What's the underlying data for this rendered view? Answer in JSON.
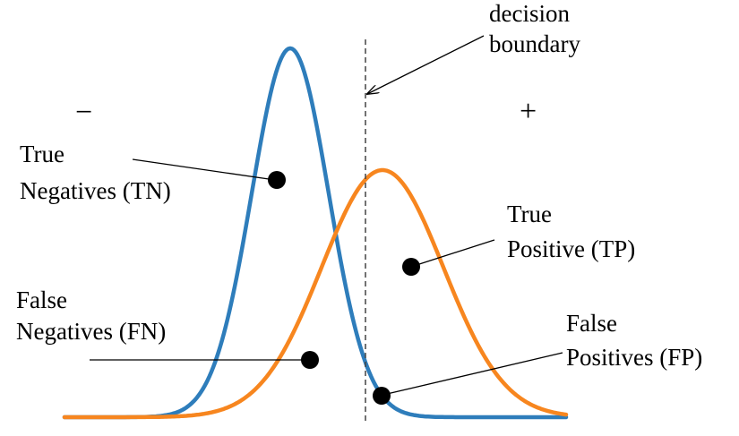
{
  "labels": {
    "decision_line1": "decision",
    "decision_line2": "boundary",
    "negative_sign": "−",
    "positive_sign": "+",
    "tn_line1": "True",
    "tn_line2": "Negatives (TN)",
    "tp_line1": "True",
    "tp_line2": "Positive (TP)",
    "fn_line1": "False",
    "fn_line2": "Negatives (FN)",
    "fp_line1": "False",
    "fp_line2": "Positives (FP)"
  },
  "colors": {
    "negative_curve": "#2e7dbb",
    "positive_curve": "#f7861f",
    "boundary": "#444444",
    "text": "#000000"
  }
}
